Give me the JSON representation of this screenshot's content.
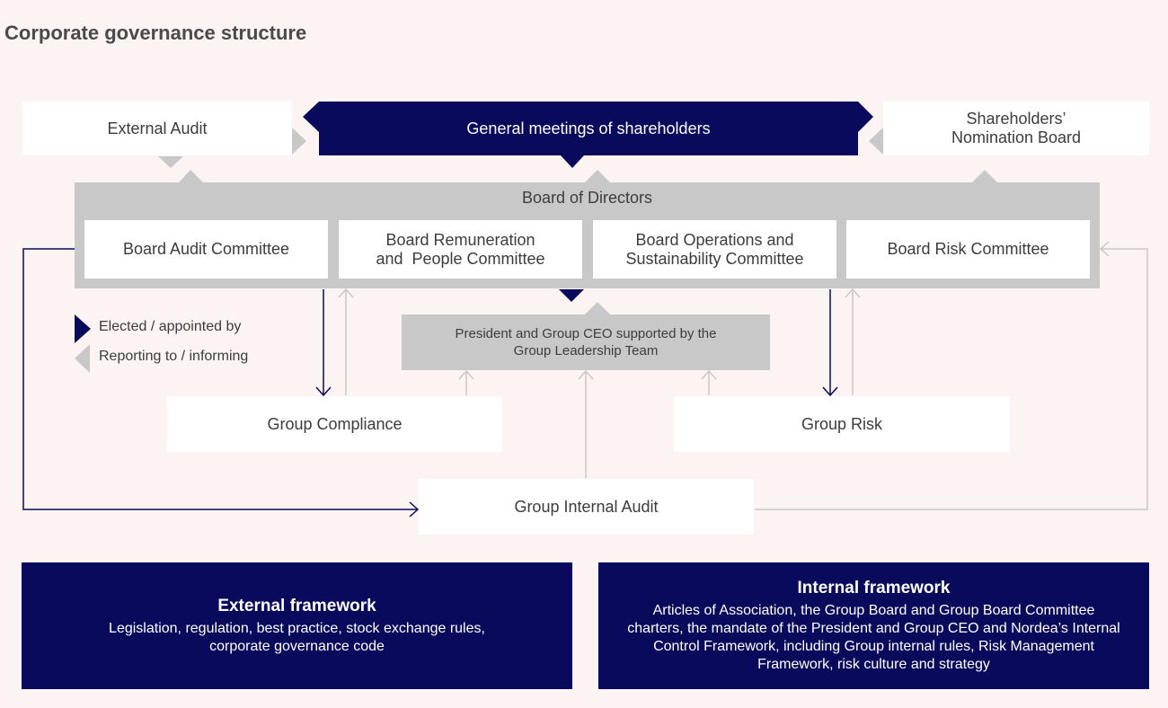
{
  "title": "Corporate governance structure",
  "top": {
    "external_audit": "External Audit",
    "general_meetings": "General meetings of shareholders",
    "nomination_board_line1": "Shareholders’",
    "nomination_board_line2": "Nomination Board"
  },
  "board": {
    "title": "Board of Directors",
    "committees": {
      "audit": "Board Audit Committee",
      "remuneration_line1": "Board Remuneration",
      "remuneration_line2": "and  People Committee",
      "operations_line1": "Board Operations and",
      "operations_line2": "Sustainability Committee",
      "risk": "Board Risk Committee"
    }
  },
  "ceo": {
    "line1": "President and Group CEO supported by the",
    "line2": "Group Leadership Team"
  },
  "legend": {
    "elected": "Elected / appointed by",
    "reporting": "Reporting to / informing"
  },
  "functions": {
    "compliance": "Group Compliance",
    "risk": "Group Risk",
    "internal_audit": "Group Internal Audit"
  },
  "frameworks": {
    "external": {
      "title": "External framework",
      "line1": "Legislation, regulation, best practice, stock exchange rules,",
      "line2": "corporate governance code"
    },
    "internal": {
      "title": "Internal framework",
      "line1": "Articles of Association, the Group Board and Group Board Committee",
      "line2": "charters, the mandate of the President and Group CEO and Nordea’s Internal",
      "line3": "Control Framework, including Group internal rules, Risk Management",
      "line4": "Framework, risk culture and strategy"
    }
  },
  "colors": {
    "navy": "#0a0a5c",
    "grey": "#c8c8c8",
    "background": "#fcf4f2"
  }
}
